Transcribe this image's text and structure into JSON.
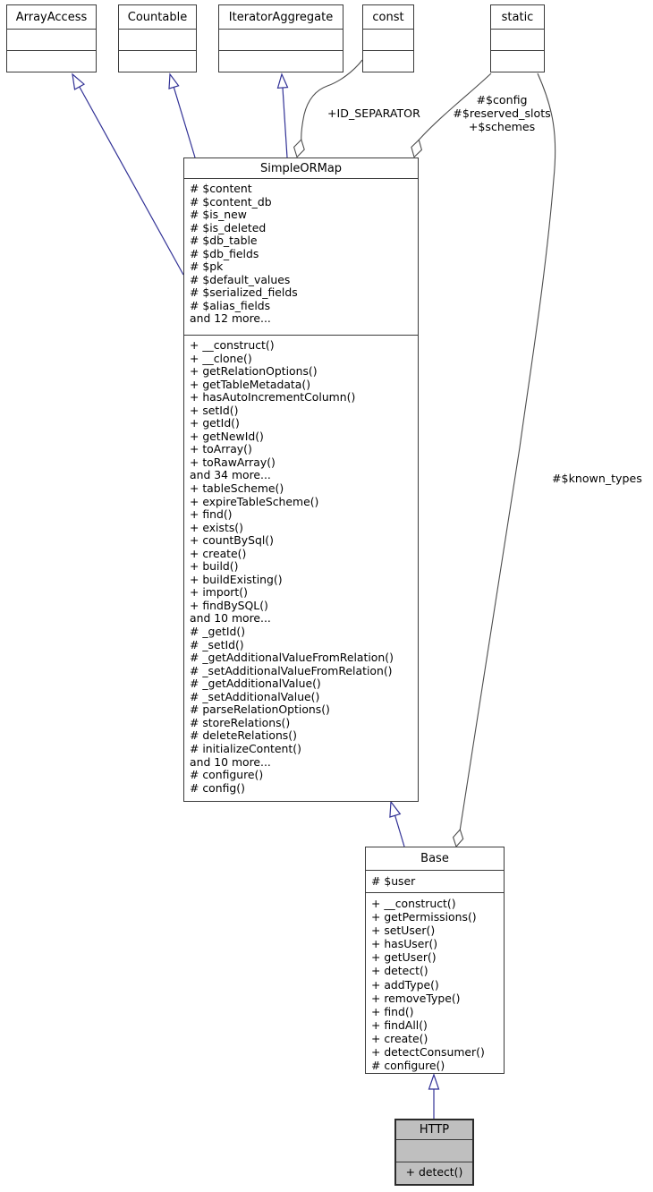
{
  "colors": {
    "inheritance": "#323296",
    "aggregation": "#4d4d4d",
    "box_border": "#3a3a3a",
    "box_fill": "#ffffff",
    "highlight_fill": "#bfbfbf",
    "text": "#000000"
  },
  "classes": {
    "arrayaccess": {
      "title": "ArrayAccess"
    },
    "countable": {
      "title": "Countable"
    },
    "iteratoraggregate": {
      "title": "IteratorAggregate"
    },
    "const": {
      "title": "const"
    },
    "static": {
      "title": "static"
    },
    "simpleormap": {
      "title": "SimpleORMap",
      "attributes": [
        "# $content",
        "# $content_db",
        "# $is_new",
        "# $is_deleted",
        "# $db_table",
        "# $db_fields",
        "# $pk",
        "# $default_values",
        "# $serialized_fields",
        "# $alias_fields",
        "and 12 more..."
      ],
      "methods": [
        "+ __construct()",
        "+ __clone()",
        "+ getRelationOptions()",
        "+ getTableMetadata()",
        "+ hasAutoIncrementColumn()",
        "+ setId()",
        "+ getId()",
        "+ getNewId()",
        "+ toArray()",
        "+ toRawArray()",
        "and 34 more...",
        "+ tableScheme()",
        "+ expireTableScheme()",
        "+ find()",
        "+ exists()",
        "+ countBySql()",
        "+ create()",
        "+ build()",
        "+ buildExisting()",
        "+ import()",
        "+ findBySQL()",
        "and 10 more...",
        "# _getId()",
        "# _setId()",
        "# _getAdditionalValueFromRelation()",
        "# _setAdditionalValueFromRelation()",
        "# _getAdditionalValue()",
        "# _setAdditionalValue()",
        "# parseRelationOptions()",
        "# storeRelations()",
        "# deleteRelations()",
        "# initializeContent()",
        "and 10 more...",
        "# configure()",
        "# config()"
      ]
    },
    "base": {
      "title": "Base",
      "attributes": [
        "# $user"
      ],
      "methods": [
        "+ __construct()",
        "+ getPermissions()",
        "+ setUser()",
        "+ hasUser()",
        "+ getUser()",
        "+ detect()",
        "+ addType()",
        "+ removeType()",
        "+ find()",
        "+ findAll()",
        "+ create()",
        "+ detectConsumer()",
        "# configure()"
      ]
    },
    "http": {
      "title": "HTTP",
      "methods": [
        "+ detect()"
      ]
    }
  },
  "edge_labels": {
    "id_separator": "+ID_SEPARATOR",
    "config_lines": [
      "#$config",
      "#$reserved_slots",
      "+$schemes"
    ],
    "known_types": "#$known_types"
  }
}
